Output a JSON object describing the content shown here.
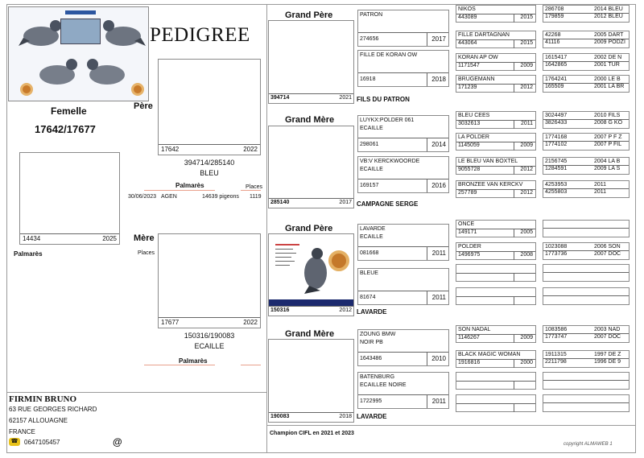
{
  "title": "PEDIGREE",
  "subject": {
    "sex": "Femelle",
    "ring": "17642/17677",
    "photo_ring": "14434",
    "photo_year": "2025",
    "palmares_label": "Palmarès"
  },
  "father": {
    "label": "Père",
    "ring": "17642",
    "year": "2022",
    "parents_rings": "394714/285140",
    "color": "BLEU",
    "palmares_label": "Palmarès",
    "places_label": "Places",
    "result": {
      "date": "30/06/2023",
      "race": "AGEN",
      "entry": "14639 pigeons",
      "place": "1119"
    }
  },
  "mother": {
    "label": "Mère",
    "places_label": "Places",
    "ring": "17677",
    "year": "2022",
    "parents_rings": "150316/190083",
    "color": "ECAILLE",
    "palmares_label": "Palmarès"
  },
  "gp1": {
    "label": "Grand Père",
    "ring": "394714",
    "year": "2021",
    "name": "FILS DU PATRON"
  },
  "gm1": {
    "label": "Grand Mère",
    "ring": "285140",
    "year": "2017",
    "name": "CAMPAGNE SERGE"
  },
  "gp2": {
    "label": "Grand Père",
    "ring": "150316",
    "year": "2012",
    "name": "LAVARDE"
  },
  "gm2": {
    "label": "Grand Mère",
    "ring": "190083",
    "year": "2018",
    "name": "LAVARDE"
  },
  "ggp": [
    {
      "name": "PATRON",
      "ring": "274656",
      "year": "2017"
    },
    {
      "name": "FILLE DE KORAN OW",
      "ring": "16918",
      "year": "2018"
    },
    {
      "name": "LUYKX:POLDER 061",
      "name2": "ECAILLE",
      "ring": "298061",
      "year": "2014"
    },
    {
      "name": "VB:V KERCKWOORDE",
      "name2": "ECAILLE",
      "ring": "169157",
      "year": "2016"
    },
    {
      "name": "LAVARDE",
      "name2": "ECAILLE",
      "ring": "081668",
      "year": "2011"
    },
    {
      "name": "BLEUE",
      "ring": "81674",
      "year": "2011"
    },
    {
      "name": "ZOUNG BMW",
      "name2": "NOIR PB",
      "ring": "1643486",
      "year": "2010"
    },
    {
      "name": "BATENBURG",
      "name2": "ECAILLEE NOIRE",
      "ring": "1722995",
      "year": "2011"
    }
  ],
  "g4": [
    {
      "name": "NIKOS",
      "ring": "443089",
      "year": "2015"
    },
    {
      "name": "FILLE DARTAGNAN",
      "ring": "443064",
      "year": "2015"
    },
    {
      "name": "KORAN AP OW",
      "ring": "1171547",
      "year": "2009"
    },
    {
      "name": "BRUGEMANN",
      "ring": "171239",
      "year": "2012"
    },
    {
      "name": "BLEU CEES",
      "ring": "3032613",
      "year": "2011"
    },
    {
      "name": "LA POLDER",
      "ring": "1145059",
      "year": "2009"
    },
    {
      "name": "LE BLEU VAN BOXTEL",
      "ring": "9055728",
      "year": "2012"
    },
    {
      "name": "BRONZEE VAN KERCKV",
      "ring": "257789",
      "year": "2012"
    },
    {
      "name": "ONCE",
      "ring": "149171",
      "year": "2005"
    },
    {
      "name": "POLDER",
      "ring": "1496975",
      "year": "2008"
    },
    {
      "name": "",
      "ring": "",
      "year": ""
    },
    {
      "name": "",
      "ring": "",
      "year": ""
    },
    {
      "name": "SON NADAL",
      "ring": "1146267",
      "year": "2009"
    },
    {
      "name": "BLACK MAGIC WOMAN",
      "ring": "1916816",
      "year": "2000"
    },
    {
      "name": "",
      "ring": "",
      "year": ""
    },
    {
      "name": "",
      "ring": "",
      "year": ""
    }
  ],
  "g5": [
    {
      "r1": "286708",
      "t1": "2014 BLEU",
      "r2": "179859",
      "t2": "2012 BLEU"
    },
    {
      "r1": "42268",
      "t1": "2005 DART",
      "r2": "41116",
      "t2": "2009 PODZI"
    },
    {
      "r1": "1615417",
      "t1": "2002 DE N",
      "r2": "1642865",
      "t2": "2001 TUR"
    },
    {
      "r1": "1764241",
      "t1": "2000 LE B",
      "r2": "165509",
      "t2": "2001 LA BR"
    },
    {
      "r1": "3024497",
      "t1": "2010 FILS",
      "r2": "3826433",
      "t2": "2008 G KO"
    },
    {
      "r1": "1774168",
      "t1": "2007 P F Z",
      "r2": "1774102",
      "t2": "2007 P FIL"
    },
    {
      "r1": "2156745",
      "t1": "2004 LA B",
      "r2": "1284591",
      "t2": "2009 LA S"
    },
    {
      "r1": "4253953",
      "t1": "2011",
      "r2": "4255803",
      "t2": "2011"
    },
    {
      "r1": "",
      "t1": "",
      "r2": "",
      "t2": ""
    },
    {
      "r1": "1023088",
      "t1": "2006 SON",
      "r2": "1773736",
      "t2": "2007 DOC"
    },
    {
      "r1": "",
      "t1": "",
      "r2": "",
      "t2": ""
    },
    {
      "r1": "",
      "t1": "",
      "r2": "",
      "t2": ""
    },
    {
      "r1": "1083586",
      "t1": "2003 NAD",
      "r2": "1773747",
      "t2": "2007 DOC"
    },
    {
      "r1": "1911315",
      "t1": "1997 DE Z",
      "r2": "2211798",
      "t2": "1996 DE 9"
    },
    {
      "r1": "",
      "t1": "",
      "r2": "",
      "t2": ""
    },
    {
      "r1": "",
      "t1": "",
      "r2": "",
      "t2": ""
    }
  ],
  "owner": {
    "name": "FIRMIN BRUNO",
    "street": "63 RUE GEORGES RICHARD",
    "city": "62157 ALLOUAGNE",
    "country": "FRANCE",
    "phone": "0647105457",
    "at": "@"
  },
  "footer": {
    "champion": "Champion CIFL en 2021 et 2023",
    "copyright": "copyright ALMAWEB 1"
  }
}
